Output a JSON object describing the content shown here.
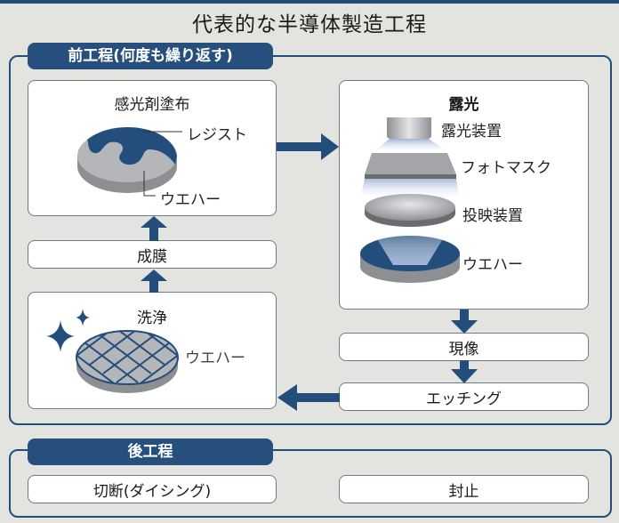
{
  "title": "代表的な半導体製造工程",
  "front_process": {
    "label": "前工程(何度も繰り返す)",
    "steps": {
      "resist_coating": {
        "title": "感光剤塗布",
        "labels": {
          "resist": "レジスト",
          "wafer": "ウエハー"
        }
      },
      "exposure": {
        "title": "露光",
        "labels": {
          "exposure_device": "露光装置",
          "photomask": "フォトマスク",
          "projection_device": "投映装置",
          "wafer": "ウエハー"
        }
      },
      "development": {
        "title": "現像"
      },
      "etching": {
        "title": "エッチング"
      },
      "cleaning": {
        "title": "洗浄",
        "labels": {
          "wafer": "ウエハー"
        }
      },
      "film_deposition": {
        "title": "成膜"
      }
    }
  },
  "back_process": {
    "label": "後工程",
    "steps": {
      "dicing": {
        "title": "切断(ダイシング)"
      },
      "sealing": {
        "title": "封止"
      }
    }
  },
  "colors": {
    "navy": "#234e7c",
    "wafer_gray": "#b4b6ba",
    "wafer_side": "#8d8f93",
    "background": "#e3e3df"
  }
}
